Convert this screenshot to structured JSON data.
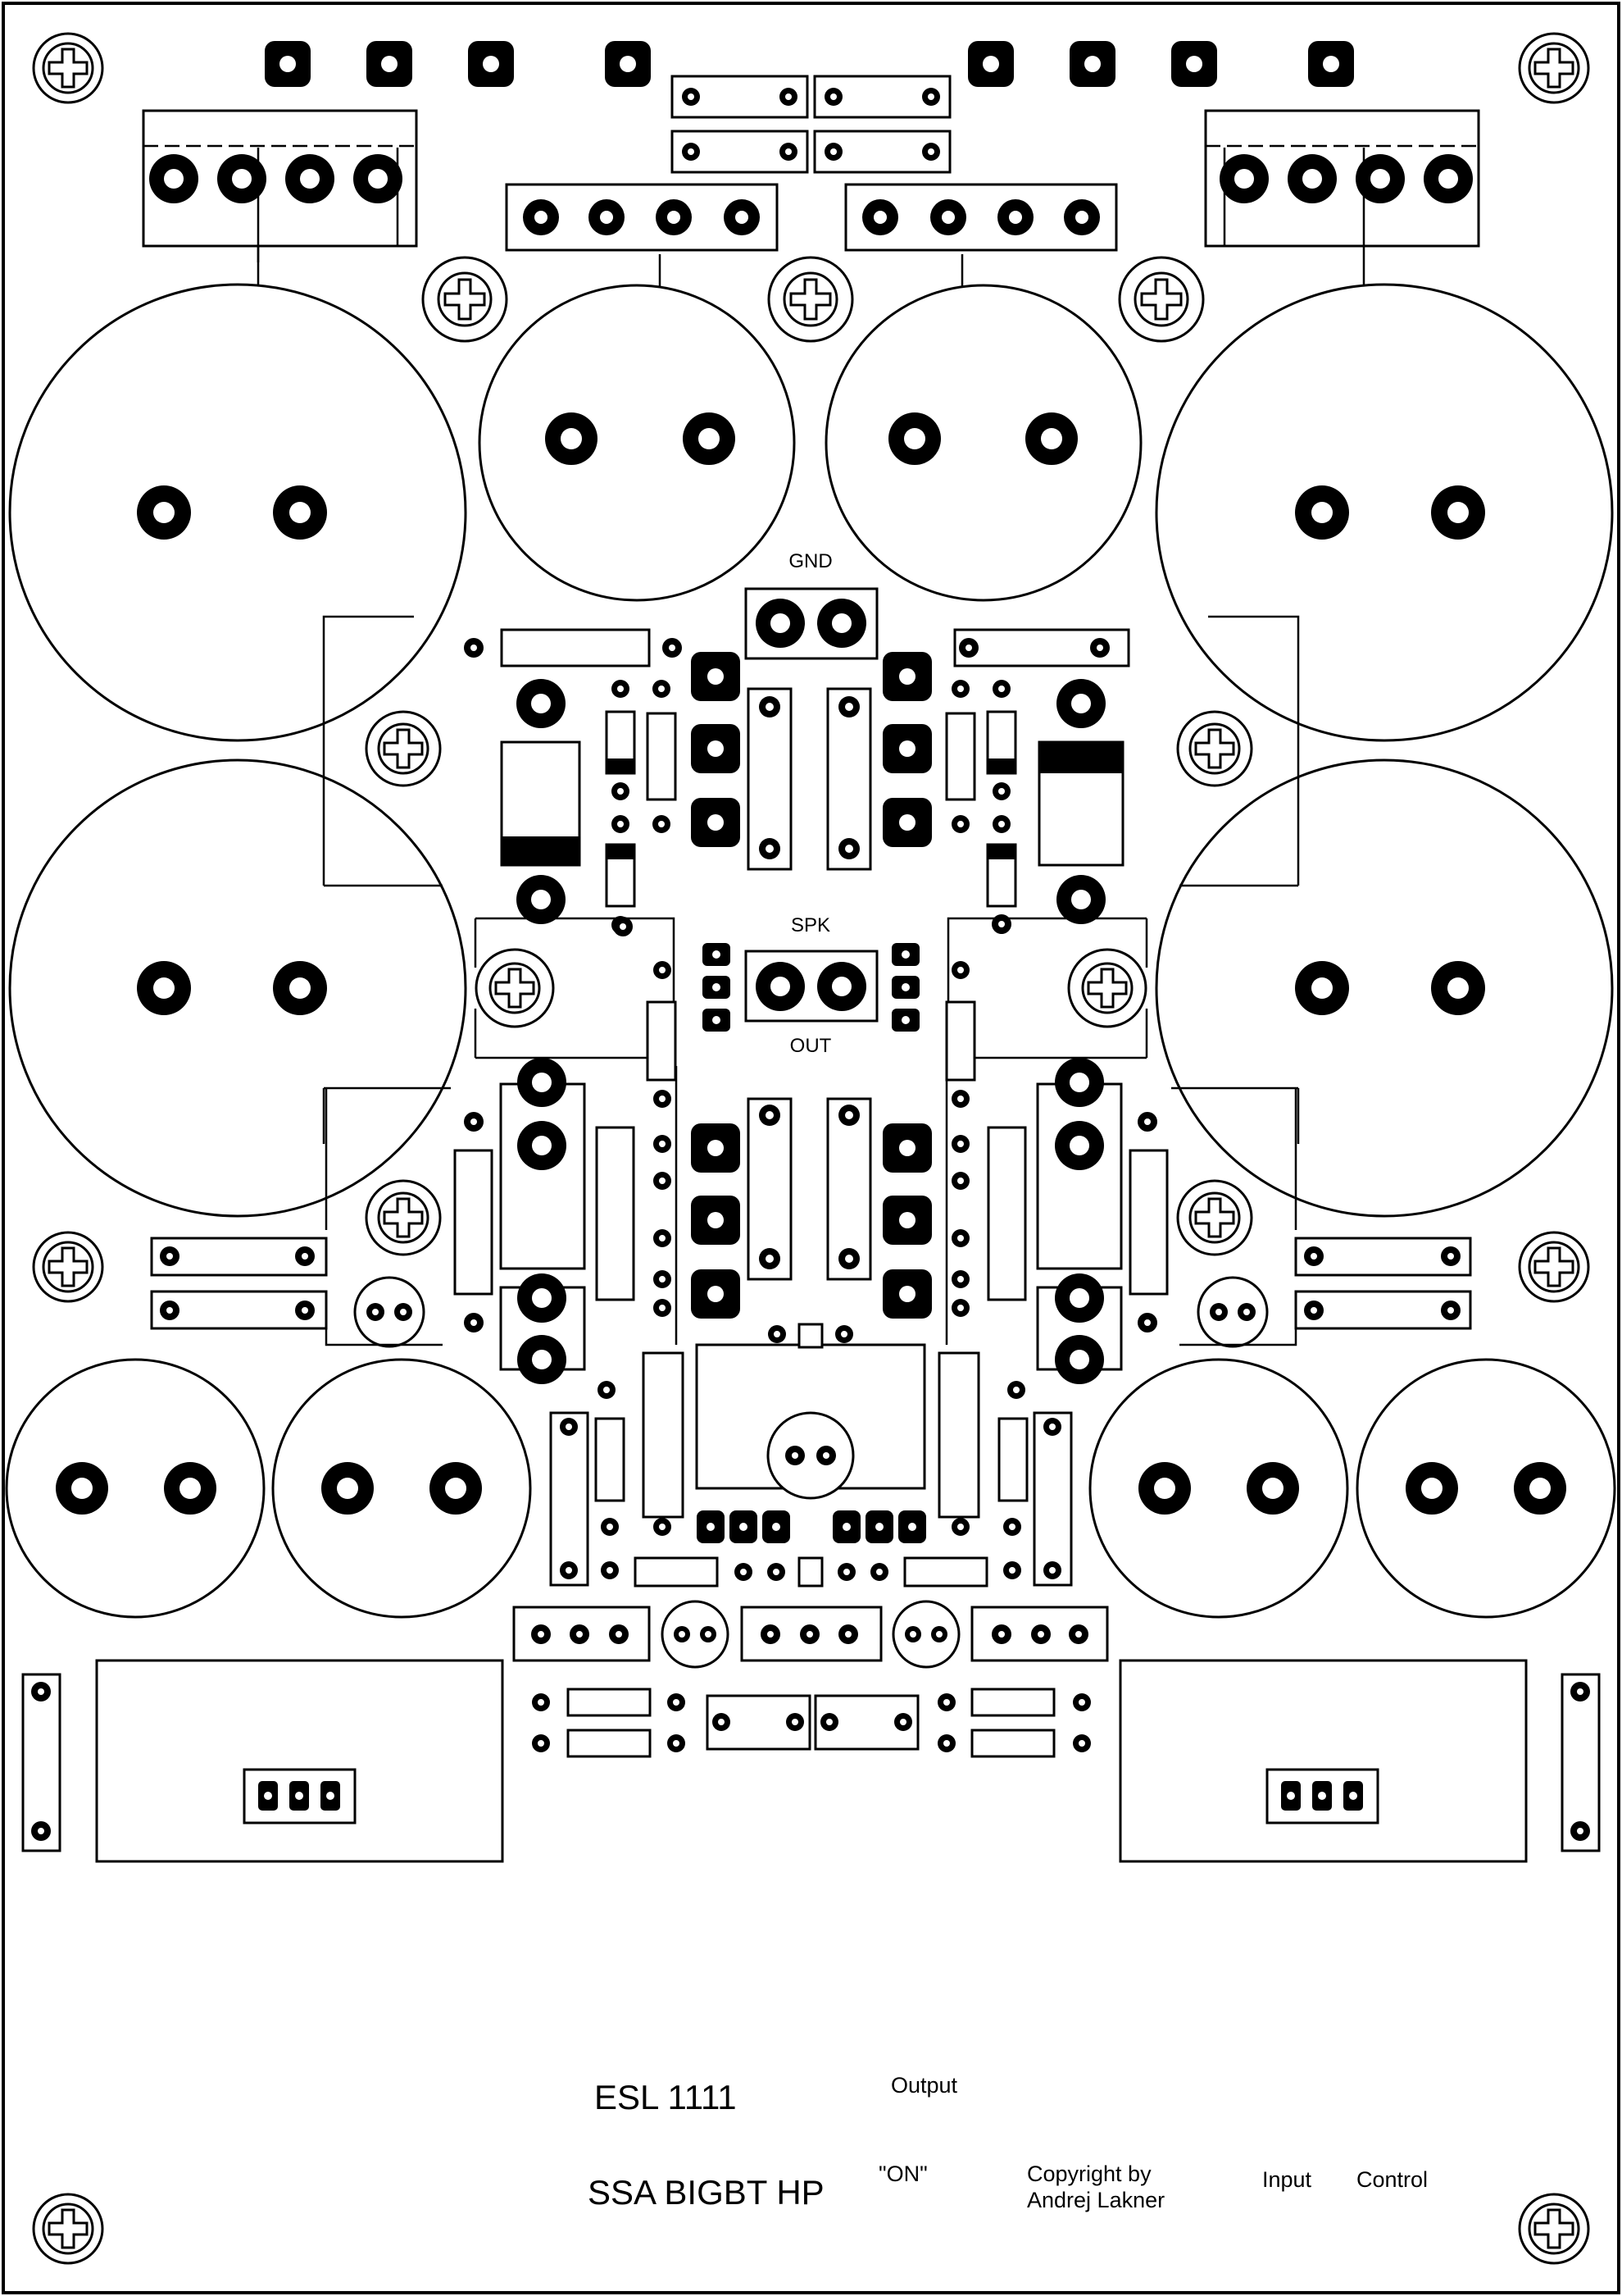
{
  "board": {
    "labels": {
      "gnd": "GND",
      "spk": "SPK",
      "out": "OUT"
    },
    "footer": {
      "model": "ESL 1111",
      "name": "SSA BIGBT HP",
      "output": "Output",
      "on": "\"ON\"",
      "copyright_line1": "Copyright by",
      "copyright_line2": "Andrej Lakner",
      "input": "Input",
      "control": "Control"
    },
    "colors": {
      "ink": "#000000",
      "paper": "#ffffff"
    }
  }
}
